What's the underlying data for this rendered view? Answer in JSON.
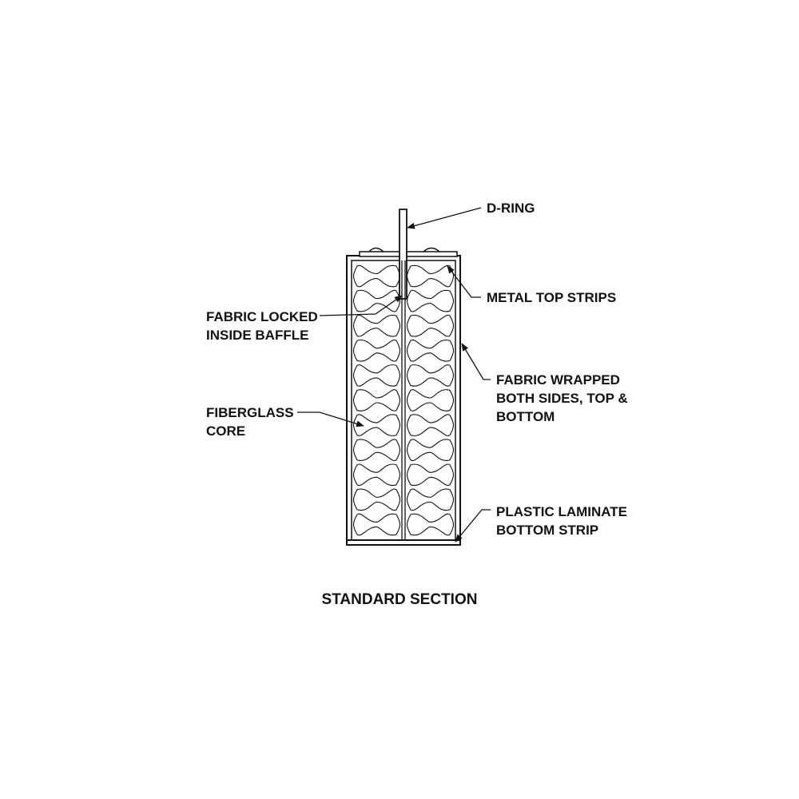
{
  "diagram": {
    "title": "STANDARD SECTION",
    "labels": {
      "d_ring": "D-RING",
      "metal_top_strips": "METAL TOP STRIPS",
      "fabric_locked_1": "FABRIC LOCKED",
      "fabric_locked_2": "INSIDE BAFFLE",
      "fabric_wrapped_1": "FABRIC WRAPPED",
      "fabric_wrapped_2": "BOTH SIDES, TOP &",
      "fabric_wrapped_3": "BOTTOM",
      "fiberglass_1": "FIBERGLASS",
      "fiberglass_2": "CORE",
      "plastic_1": "PLASTIC LAMINATE",
      "plastic_2": "BOTTOM STRIP"
    },
    "line_color": "#111111",
    "background": "#ffffff"
  }
}
